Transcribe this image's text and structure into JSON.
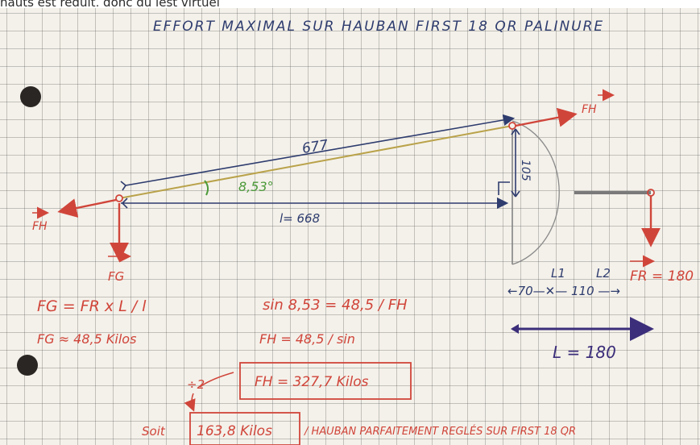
{
  "caption": "hauts est réduit, donc du lest virtuel",
  "title": "EFFORT MAXIMAL SUR HAUBAN FIRST 18 QR PALINURE",
  "labels": {
    "shroud_length": "677",
    "angle": "8,53°",
    "horizontal_length": "l= 668",
    "height": "105",
    "fh_top": "FH",
    "fh_left": "FH",
    "fg": "FG",
    "fr": "FR = 180",
    "l1": "L1",
    "l2": "L2",
    "spans": "←70—✕— 110 —→",
    "total_length": "L = 180",
    "eq_fg_formula": "FG = FR x L / l",
    "eq_fg_value": "FG ≈ 48,5 Kilos",
    "eq_sin": "sin 8,53 = 48,5 / FH",
    "eq_fh_formula": "FH = 48,5 / sin",
    "eq_fh_value": "FH = 327,7 Kilos",
    "div_two": "÷2",
    "result_prefix": "Soit",
    "result_value": "163,8 Kilos",
    "result_suffix": "/ HAUBAN PARFAITEMENT REGLÉS SUR FIRST 18 QR"
  },
  "colors": {
    "ink_blue": "#2e3c6e",
    "ink_red": "#d0453a",
    "ink_green": "#4c9a3a",
    "ink_purple": "#3c2e7a",
    "pencil": "#7c7c7c",
    "shroud": "#b9a24a",
    "hole": "#2a2623"
  }
}
